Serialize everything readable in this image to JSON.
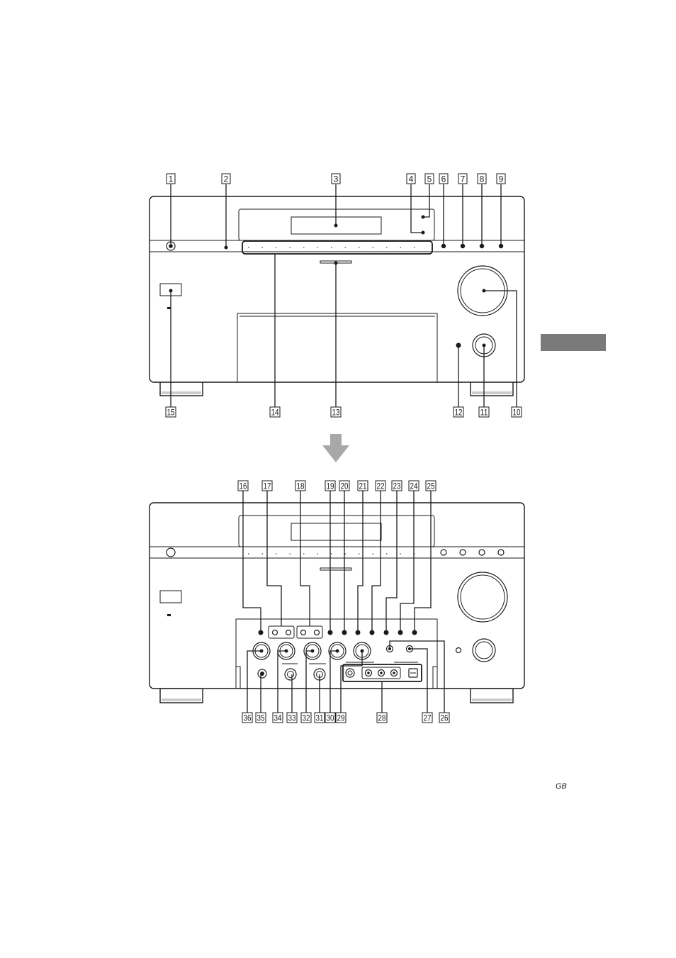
{
  "callouts_top": [
    "1",
    "2",
    "3",
    "4",
    "5",
    "6",
    "7",
    "8",
    "9",
    "10",
    "11",
    "12",
    "13",
    "14",
    "15"
  ],
  "callouts_bottom": [
    "16",
    "17",
    "18",
    "19",
    "20",
    "21",
    "22",
    "23",
    "24",
    "25",
    "26",
    "27",
    "28",
    "29",
    "30",
    "31",
    "32",
    "33",
    "34",
    "35",
    "36"
  ],
  "footer_label": "GB",
  "colors": {
    "line": "#1a1a1a",
    "tab": "#7a7a7a",
    "arrow": "#a8a8a8"
  },
  "icons": [
    "down-arrow-icon"
  ]
}
